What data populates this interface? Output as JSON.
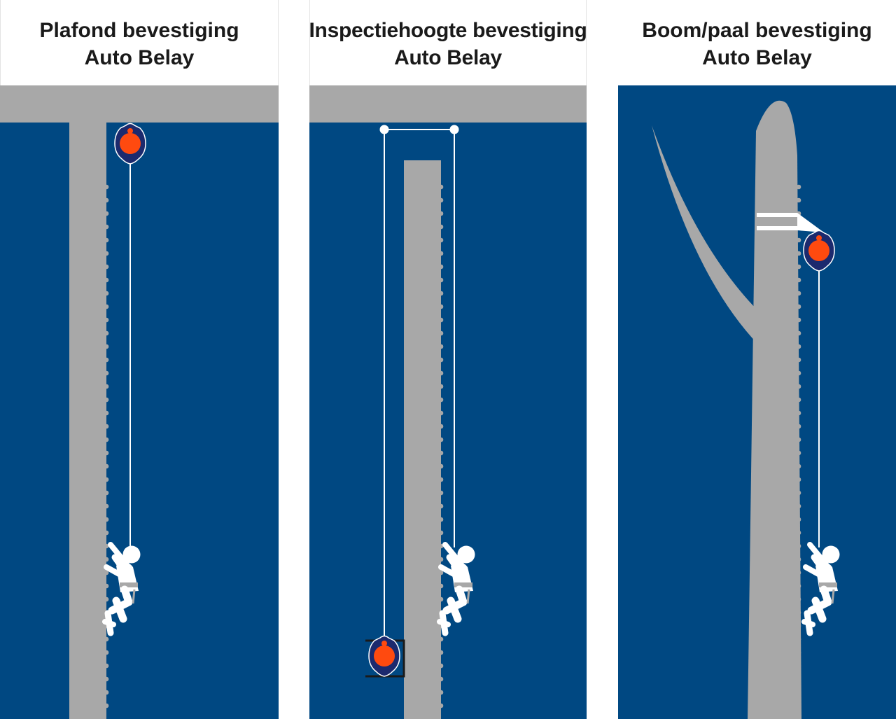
{
  "panels": [
    {
      "id": "ceiling",
      "title_line1": "Plafond bevestiging",
      "title_line2": "Auto Belay"
    },
    {
      "id": "inspection",
      "title_line1": "Inspectiehoogte bevestiging",
      "title_line2": "Auto Belay"
    },
    {
      "id": "tree",
      "title_line1": "Boom/paal bevestiging",
      "title_line2": "Auto Belay"
    }
  ],
  "colors": {
    "background_blue": "#004882",
    "structure_gray": "#a8a8a8",
    "device_orange": "#ff4a0f",
    "device_navy": "#1c2a6e",
    "rope_white": "#ffffff",
    "title_text": "#1a1a1a"
  },
  "icons": {
    "device": "auto-belay-device-icon",
    "climber": "climber-figure-icon",
    "holds": "climbing-hold-icon"
  }
}
